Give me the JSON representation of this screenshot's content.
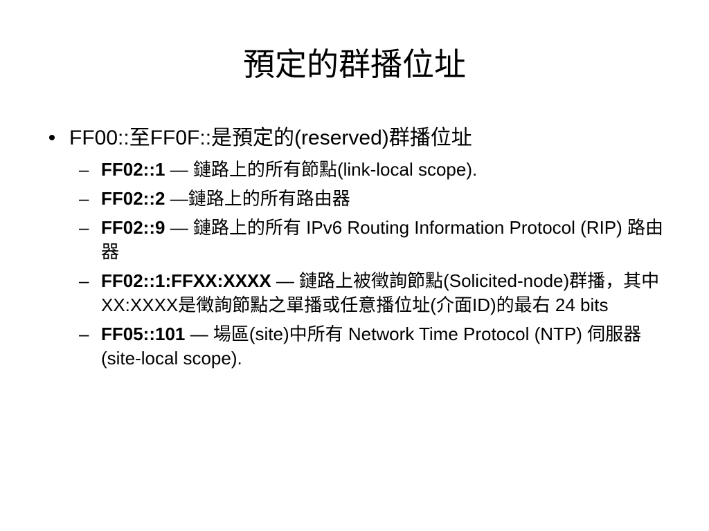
{
  "title": "預定的群播位址",
  "bullet": {
    "marker": "•",
    "part1": "FF00::",
    "part2": "至",
    "part3": "FF0F::",
    "part4": "是預定的",
    "part5": "(reserved)",
    "part6": "群播位址"
  },
  "sub_items": [
    {
      "marker": "–",
      "address": "FF02::1",
      "dash": " — ",
      "cjk_text": "鏈路上的所有節點",
      "text": "(link-local scope)."
    },
    {
      "marker": "–",
      "address": "FF02::2",
      "dash": " —",
      "cjk_text": "鏈路上的所有路由器"
    },
    {
      "marker": "–",
      "address": "FF02::9",
      "dash": " — ",
      "cjk_text": "鏈路上的所有",
      "text": " IPv6 Routing Information Protocol (RIP) ",
      "cjk_text2": "路由器"
    },
    {
      "marker": "–",
      "address": "FF02::1:FFXX:XXXX",
      "dash": " — ",
      "cjk_text": "鏈路上被徵詢節點",
      "text": "(Solicited-node)",
      "cjk_text2": "群播，其中",
      "text2": "XX:XXXX",
      "cjk_text3": "是徵詢節點之單播或任意播位址",
      "text3": "(",
      "cjk_text4": "介面",
      "text4": "ID)",
      "cjk_text5": "的最右",
      "text5": " 24 bits"
    },
    {
      "marker": "–",
      "address": "FF05::101",
      "dash": " — ",
      "cjk_text": "場區",
      "text": "(site)",
      "cjk_text2": "中所有",
      "text2": " Network Time Protocol (NTP) ",
      "cjk_text3": "伺服器",
      "text3": " (site-local scope)."
    }
  ]
}
